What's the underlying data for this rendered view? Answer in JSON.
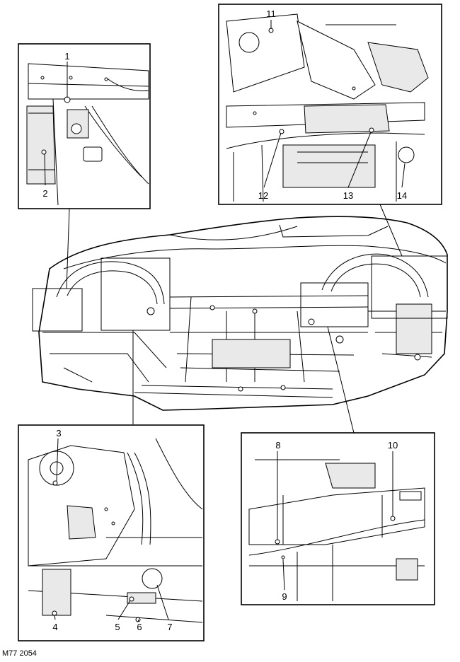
{
  "figure_code": "M77 2054",
  "callouts": {
    "c1": "1",
    "c2": "2",
    "c3": "3",
    "c4": "4",
    "c5": "5",
    "c6": "6",
    "c7": "7",
    "c8": "8",
    "c9": "9",
    "c10": "10",
    "c11": "11",
    "c12": "12",
    "c13": "13",
    "c14": "14"
  }
}
